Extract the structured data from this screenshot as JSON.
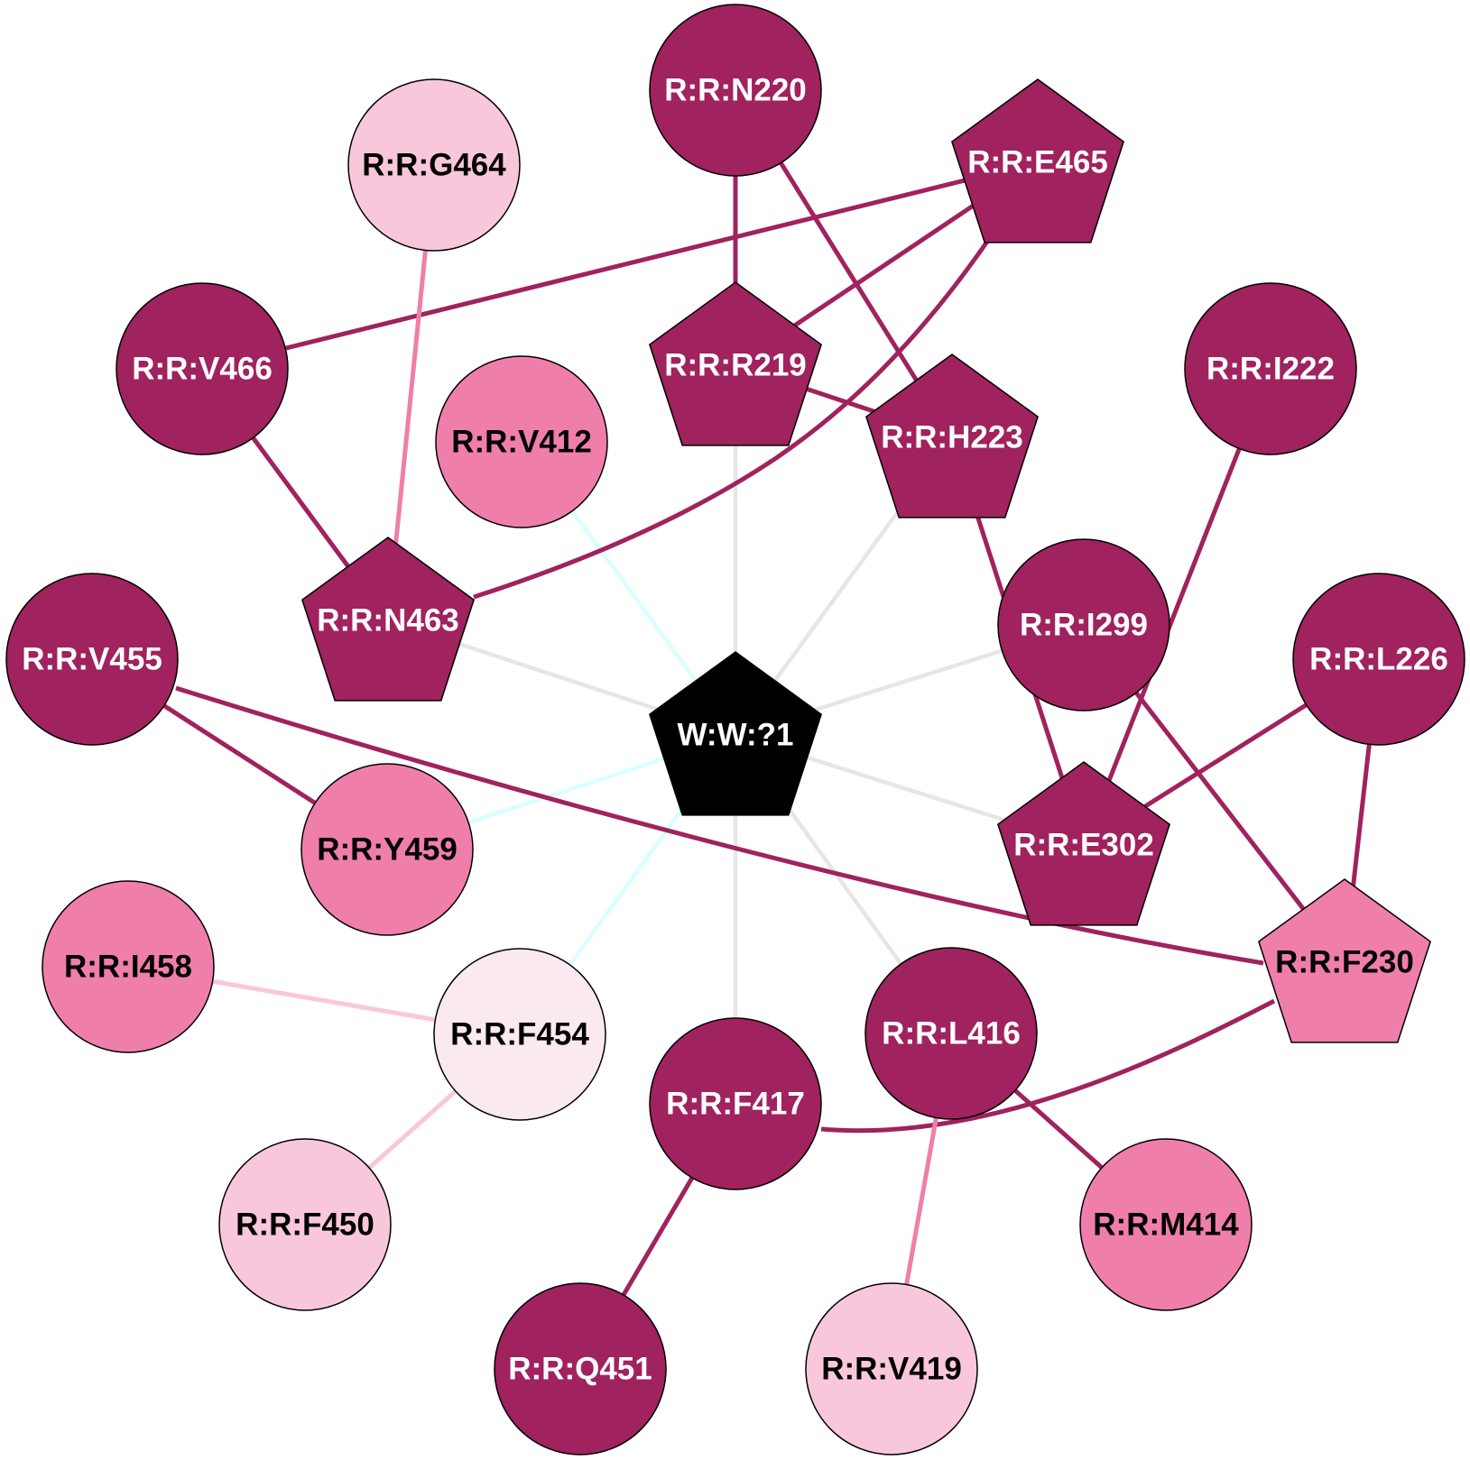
{
  "colors": {
    "dark": "#a0225e",
    "medium": "#f07eab",
    "light": "#f9c7dc",
    "pale": "#fbe9f2",
    "black": "#000000",
    "grey_edge": "#e6e6e6",
    "cyan_edge": "#d9ffff"
  },
  "nodes": [
    {
      "id": "W:W:?1",
      "label": "W:W:?1",
      "shape": "pentagon",
      "fill": "black",
      "text": "white"
    },
    {
      "id": "R:R:N220",
      "label": "R:R:N220",
      "shape": "circle",
      "fill": "dark",
      "text": "white"
    },
    {
      "id": "R:R:G464",
      "label": "R:R:G464",
      "shape": "circle",
      "fill": "light",
      "text": "black"
    },
    {
      "id": "R:R:E465",
      "label": "R:R:E465",
      "shape": "pentagon",
      "fill": "dark",
      "text": "white"
    },
    {
      "id": "R:R:V466",
      "label": "R:R:V466",
      "shape": "circle",
      "fill": "dark",
      "text": "white"
    },
    {
      "id": "R:R:R219",
      "label": "R:R:R219",
      "shape": "pentagon",
      "fill": "dark",
      "text": "white"
    },
    {
      "id": "R:R:V412",
      "label": "R:R:V412",
      "shape": "circle",
      "fill": "medium",
      "text": "black"
    },
    {
      "id": "R:R:I222",
      "label": "R:R:I222",
      "shape": "circle",
      "fill": "dark",
      "text": "white"
    },
    {
      "id": "R:R:H223",
      "label": "R:R:H223",
      "shape": "pentagon",
      "fill": "dark",
      "text": "white"
    },
    {
      "id": "R:R:N463",
      "label": "R:R:N463",
      "shape": "pentagon",
      "fill": "dark",
      "text": "white"
    },
    {
      "id": "R:R:I299",
      "label": "R:R:I299",
      "shape": "circle",
      "fill": "dark",
      "text": "white"
    },
    {
      "id": "R:R:V455",
      "label": "R:R:V455",
      "shape": "circle",
      "fill": "dark",
      "text": "white"
    },
    {
      "id": "R:R:L226",
      "label": "R:R:L226",
      "shape": "circle",
      "fill": "dark",
      "text": "white"
    },
    {
      "id": "R:R:E302",
      "label": "R:R:E302",
      "shape": "pentagon",
      "fill": "dark",
      "text": "white"
    },
    {
      "id": "R:R:Y459",
      "label": "R:R:Y459",
      "shape": "circle",
      "fill": "medium",
      "text": "black"
    },
    {
      "id": "R:R:I458",
      "label": "R:R:I458",
      "shape": "circle",
      "fill": "medium",
      "text": "black"
    },
    {
      "id": "R:R:F230",
      "label": "R:R:F230",
      "shape": "pentagon",
      "fill": "medium",
      "text": "black"
    },
    {
      "id": "R:R:F454",
      "label": "R:R:F454",
      "shape": "circle",
      "fill": "pale",
      "text": "black"
    },
    {
      "id": "R:R:L416",
      "label": "R:R:L416",
      "shape": "circle",
      "fill": "dark",
      "text": "white"
    },
    {
      "id": "R:R:F417",
      "label": "R:R:F417",
      "shape": "circle",
      "fill": "dark",
      "text": "white"
    },
    {
      "id": "R:R:F450",
      "label": "R:R:F450",
      "shape": "circle",
      "fill": "light",
      "text": "black"
    },
    {
      "id": "R:R:M414",
      "label": "R:R:M414",
      "shape": "circle",
      "fill": "medium",
      "text": "black"
    },
    {
      "id": "R:R:Q451",
      "label": "R:R:Q451",
      "shape": "circle",
      "fill": "dark",
      "text": "white"
    },
    {
      "id": "R:R:V419",
      "label": "R:R:V419",
      "shape": "circle",
      "fill": "light",
      "text": "black"
    }
  ],
  "edges": [
    {
      "from": "W:W:?1",
      "to": "R:R:R219",
      "color": "grey_edge"
    },
    {
      "from": "W:W:?1",
      "to": "R:R:H223",
      "color": "grey_edge"
    },
    {
      "from": "W:W:?1",
      "to": "R:R:N463",
      "color": "grey_edge"
    },
    {
      "from": "W:W:?1",
      "to": "R:R:I299",
      "color": "grey_edge"
    },
    {
      "from": "W:W:?1",
      "to": "R:R:E302",
      "color": "grey_edge"
    },
    {
      "from": "W:W:?1",
      "to": "R:R:L416",
      "color": "grey_edge"
    },
    {
      "from": "W:W:?1",
      "to": "R:R:F417",
      "color": "grey_edge"
    },
    {
      "from": "W:W:?1",
      "to": "R:R:V412",
      "color": "cyan_edge"
    },
    {
      "from": "W:W:?1",
      "to": "R:R:Y459",
      "color": "cyan_edge"
    },
    {
      "from": "W:W:?1",
      "to": "R:R:F454",
      "color": "cyan_edge"
    },
    {
      "from": "R:R:N220",
      "to": "R:R:R219",
      "color": "dark"
    },
    {
      "from": "R:R:N220",
      "to": "R:R:H223",
      "color": "dark"
    },
    {
      "from": "R:R:E465",
      "to": "R:R:V466",
      "color": "dark"
    },
    {
      "from": "R:R:E465",
      "to": "R:R:R219",
      "color": "dark"
    },
    {
      "from": "R:R:E465",
      "to": "R:R:N463",
      "color": "dark",
      "curve": "e465_n463"
    },
    {
      "from": "R:R:R219",
      "to": "R:R:H223",
      "color": "dark"
    },
    {
      "from": "R:R:G464",
      "to": "R:R:N463",
      "color": "medium"
    },
    {
      "from": "R:R:V466",
      "to": "R:R:N463",
      "color": "dark"
    },
    {
      "from": "R:R:H223",
      "to": "R:R:E302",
      "color": "dark"
    },
    {
      "from": "R:R:I222",
      "to": "R:R:E302",
      "color": "dark"
    },
    {
      "from": "R:R:L226",
      "to": "R:R:E302",
      "color": "dark"
    },
    {
      "from": "R:R:L226",
      "to": "R:R:F230",
      "color": "dark"
    },
    {
      "from": "R:R:I299",
      "to": "R:R:F230",
      "color": "dark"
    },
    {
      "from": "R:R:V455",
      "to": "R:R:Y459",
      "color": "dark"
    },
    {
      "from": "R:R:V455",
      "to": "R:R:F230",
      "color": "dark",
      "curve": "v455_f230"
    },
    {
      "from": "R:R:F230",
      "to": "R:R:F417",
      "color": "dark",
      "curve": "f230_f417"
    },
    {
      "from": "R:R:I458",
      "to": "R:R:F454",
      "color": "light"
    },
    {
      "from": "R:R:F454",
      "to": "R:R:F450",
      "color": "light"
    },
    {
      "from": "R:R:L416",
      "to": "R:R:M414",
      "color": "dark"
    },
    {
      "from": "R:R:L416",
      "to": "R:R:V419",
      "color": "medium"
    },
    {
      "from": "R:R:F417",
      "to": "R:R:Q451",
      "color": "dark"
    }
  ]
}
